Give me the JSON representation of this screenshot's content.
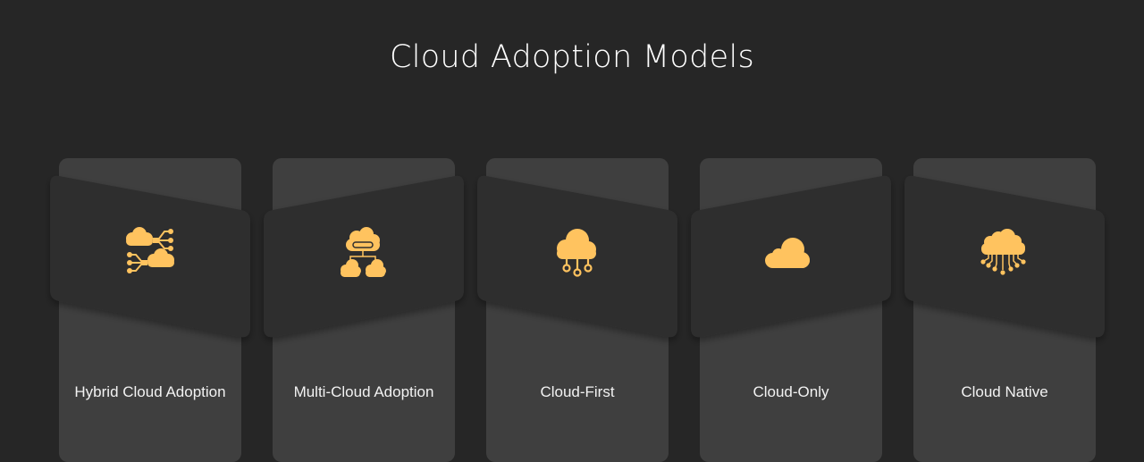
{
  "title": "Cloud Adoption Models",
  "colors": {
    "background": "#262626",
    "card": "#3f3f3f",
    "band": "#2f2f2f",
    "accent": "#ffc35f",
    "text": "#ffffff"
  },
  "cards": [
    {
      "label": "Hybrid Cloud Adoption",
      "icon": "hybrid-cloud-icon"
    },
    {
      "label": "Multi-Cloud Adoption",
      "icon": "multi-cloud-icon"
    },
    {
      "label": "Cloud-First",
      "icon": "cloud-network-icon"
    },
    {
      "label": "Cloud-Only",
      "icon": "cloud-icon"
    },
    {
      "label": "Cloud Native",
      "icon": "cloud-native-icon"
    }
  ]
}
